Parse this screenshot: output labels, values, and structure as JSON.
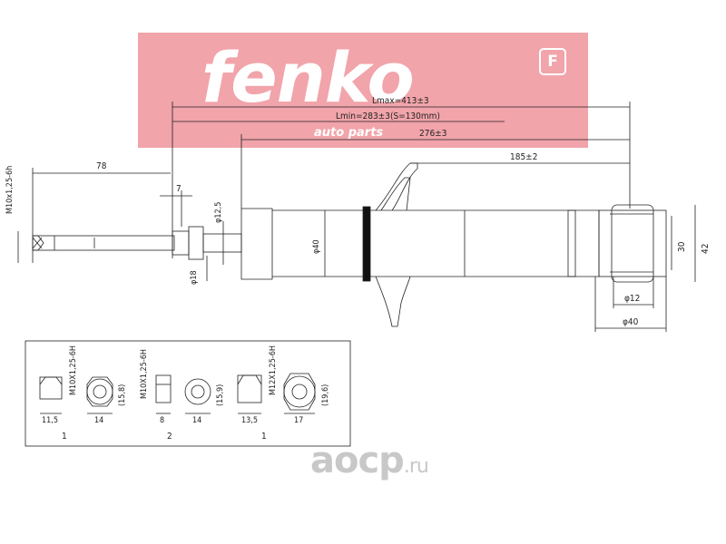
{
  "logo": {
    "brand": "fenko",
    "tagline": "auto parts",
    "badge": "F"
  },
  "dimensions": {
    "lmax": "Lmax=413±3",
    "lmin": "Lmin=283±3(S=130mm)",
    "body_length": "276±3",
    "thread_length": "78",
    "rod_to_seat": "185±2",
    "rod_offset": "7",
    "thread_spec": "M10x1,25-6h",
    "rod_dia": "φ12,5",
    "collar_dia": "φ18",
    "body_dia": "φ40",
    "bush_inner": "φ12",
    "bush_outer": "φ40",
    "eye_height": "30",
    "eye_total": "42"
  },
  "nuts": [
    {
      "thread": "M10X1,25-6H",
      "width": "11,5",
      "hex": "14",
      "depth": "(15,8)",
      "qty": "1"
    },
    {
      "thread": "M10X1,25-6H",
      "width": "8",
      "hex": "14",
      "depth": "(15,9)",
      "qty": "2"
    },
    {
      "thread": "M12X1,25-6H",
      "width": "13,5",
      "hex": "17",
      "depth": "(19,6)",
      "qty": "1"
    }
  ],
  "watermark": {
    "name": "aocp",
    "suffix": ".ru"
  }
}
